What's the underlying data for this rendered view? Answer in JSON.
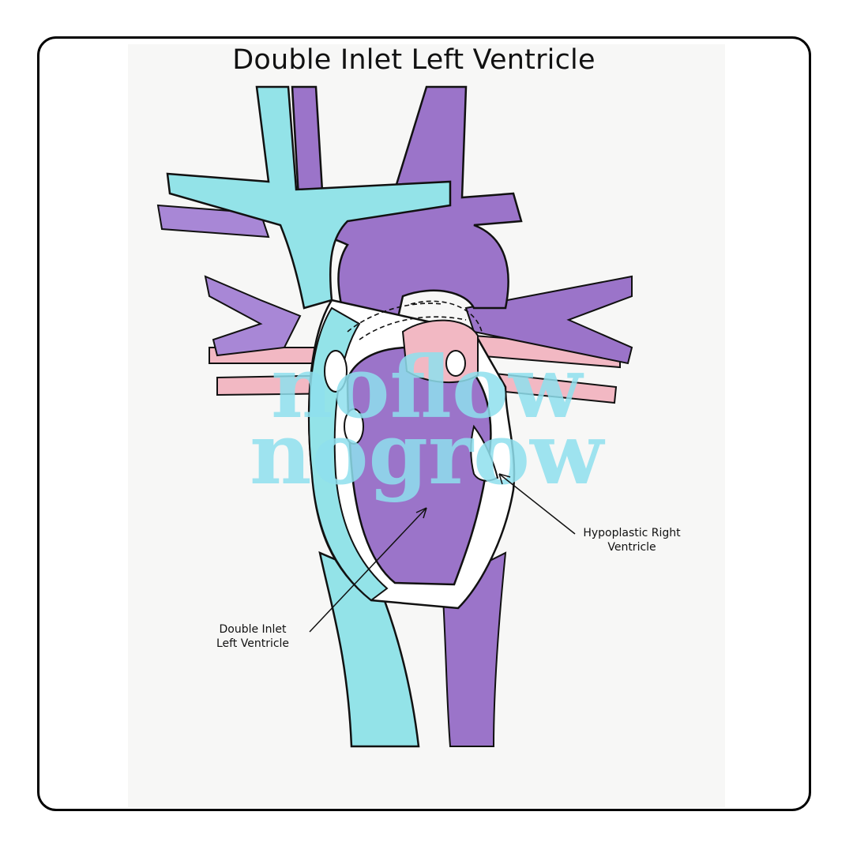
{
  "diagram": {
    "title": "Double Inlet Left Ventricle",
    "labels": {
      "hypoplastic_rv": {
        "line1": "Hypoplastic Right",
        "line2": "Ventricle"
      },
      "dilv": {
        "line1": "Double Inlet",
        "line2": "Left Ventricle"
      }
    },
    "watermark": {
      "line1": "noflow",
      "line2": "nogrow"
    },
    "colors": {
      "oxygen_poor": "#93e3e8",
      "mixed": "#9b74c9",
      "pulmonary_vessels": "#f2b8c3",
      "outline": "#111111",
      "watermark": "#8fe0ee"
    }
  }
}
